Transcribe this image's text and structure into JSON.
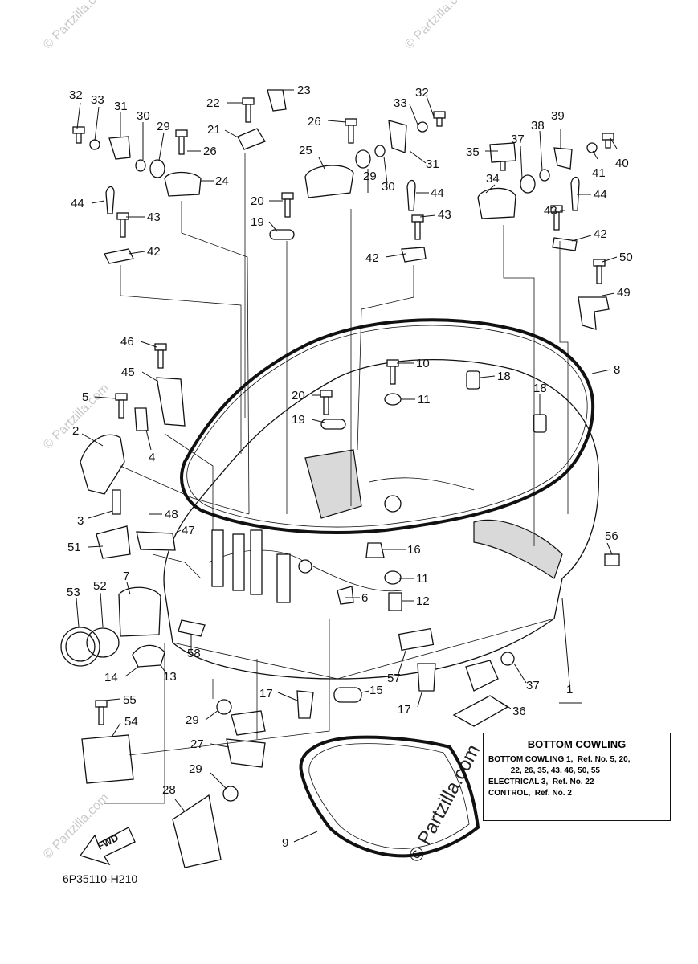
{
  "watermark": "© Partzilla.com",
  "diagram_code": "6P35110-H210",
  "fwd_label": "FWD",
  "info_box": {
    "title": "BOTTOM COWLING",
    "lines": [
      "BOTTOM COWLING 1,  Ref. No. 5, 20,",
      "          22, 26, 35, 43, 46, 50, 55",
      "ELECTRICAL 3,  Ref. No. 22",
      "CONTROL,  Ref. No. 2"
    ]
  },
  "callouts": [
    {
      "id": "32a",
      "text": "32"
    },
    {
      "id": "33a",
      "text": "33"
    },
    {
      "id": "31a",
      "text": "31"
    },
    {
      "id": "30a",
      "text": "30"
    },
    {
      "id": "29a",
      "text": "29"
    },
    {
      "id": "26a",
      "text": "26"
    },
    {
      "id": "24",
      "text": "24"
    },
    {
      "id": "22",
      "text": "22"
    },
    {
      "id": "23",
      "text": "23"
    },
    {
      "id": "21",
      "text": "21"
    },
    {
      "id": "26b",
      "text": "26"
    },
    {
      "id": "25",
      "text": "25"
    },
    {
      "id": "33b",
      "text": "33"
    },
    {
      "id": "32b",
      "text": "32"
    },
    {
      "id": "31b",
      "text": "31"
    },
    {
      "id": "29b",
      "text": "29"
    },
    {
      "id": "30b",
      "text": "30"
    },
    {
      "id": "39",
      "text": "39"
    },
    {
      "id": "38",
      "text": "38"
    },
    {
      "id": "37a",
      "text": "37"
    },
    {
      "id": "35",
      "text": "35"
    },
    {
      "id": "40",
      "text": "40"
    },
    {
      "id": "41",
      "text": "41"
    },
    {
      "id": "34",
      "text": "34"
    },
    {
      "id": "44a",
      "text": "44"
    },
    {
      "id": "43a",
      "text": "43"
    },
    {
      "id": "20a",
      "text": "20"
    },
    {
      "id": "19a",
      "text": "19"
    },
    {
      "id": "44b",
      "text": "44"
    },
    {
      "id": "43b",
      "text": "43"
    },
    {
      "id": "44c",
      "text": "44"
    },
    {
      "id": "43c",
      "text": "43"
    },
    {
      "id": "42a",
      "text": "42"
    },
    {
      "id": "42b",
      "text": "42"
    },
    {
      "id": "42c",
      "text": "42"
    },
    {
      "id": "50",
      "text": "50"
    },
    {
      "id": "49",
      "text": "49"
    },
    {
      "id": "46",
      "text": "46"
    },
    {
      "id": "45",
      "text": "45"
    },
    {
      "id": "10",
      "text": "10"
    },
    {
      "id": "18a",
      "text": "18"
    },
    {
      "id": "8",
      "text": "8"
    },
    {
      "id": "5",
      "text": "5"
    },
    {
      "id": "20b",
      "text": "20"
    },
    {
      "id": "11a",
      "text": "11"
    },
    {
      "id": "18b",
      "text": "18"
    },
    {
      "id": "19b",
      "text": "19"
    },
    {
      "id": "2",
      "text": "2"
    },
    {
      "id": "4",
      "text": "4"
    },
    {
      "id": "3",
      "text": "3"
    },
    {
      "id": "48",
      "text": "48"
    },
    {
      "id": "47",
      "text": "47"
    },
    {
      "id": "51",
      "text": "51"
    },
    {
      "id": "16",
      "text": "16"
    },
    {
      "id": "56",
      "text": "56"
    },
    {
      "id": "53",
      "text": "53"
    },
    {
      "id": "52",
      "text": "52"
    },
    {
      "id": "7",
      "text": "7"
    },
    {
      "id": "11b",
      "text": "11"
    },
    {
      "id": "6",
      "text": "6"
    },
    {
      "id": "12",
      "text": "12"
    },
    {
      "id": "58",
      "text": "58"
    },
    {
      "id": "14",
      "text": "14"
    },
    {
      "id": "13",
      "text": "13"
    },
    {
      "id": "57",
      "text": "57"
    },
    {
      "id": "37b",
      "text": "37"
    },
    {
      "id": "17a",
      "text": "17"
    },
    {
      "id": "15",
      "text": "15"
    },
    {
      "id": "17b",
      "text": "17"
    },
    {
      "id": "1",
      "text": "1"
    },
    {
      "id": "55",
      "text": "55"
    },
    {
      "id": "36",
      "text": "36"
    },
    {
      "id": "29c",
      "text": "29"
    },
    {
      "id": "54",
      "text": "54"
    },
    {
      "id": "27",
      "text": "27"
    },
    {
      "id": "29d",
      "text": "29"
    },
    {
      "id": "28",
      "text": "28"
    },
    {
      "id": "9",
      "text": "9"
    }
  ]
}
